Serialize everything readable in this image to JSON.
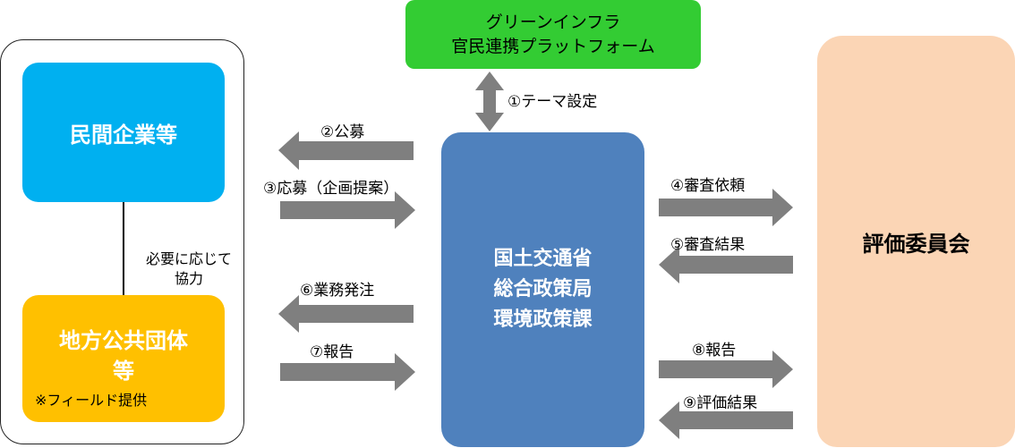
{
  "nodes": {
    "private_companies": "民間企業等",
    "local_gov_line1": "地方公共団体",
    "local_gov_line2": "等",
    "local_gov_note": "※フィールド提供",
    "cooperation_line1": "必要に応じて",
    "cooperation_line2": "協力",
    "platform_line1": "グリーンインフラ",
    "platform_line2": "官民連携プラットフォーム",
    "ministry_line1": "国土交通省",
    "ministry_line2": "総合政策局",
    "ministry_line3": "環境政策課",
    "committee": "評価委員会"
  },
  "flows": {
    "theme_setting": "①テーマ設定",
    "public_call": "②公募",
    "application": "③応募（企画提案）",
    "review_request": "④審査依頼",
    "review_result": "⑤審査結果",
    "work_order": "⑥業務発注",
    "report_to_ministry": "⑦報告",
    "report_to_committee": "⑧報告",
    "evaluation_result": "⑨評価結果"
  },
  "colors": {
    "private": "#00b0f0",
    "local_gov": "#ffc000",
    "platform": "#33cc33",
    "ministry": "#4f81bd",
    "committee": "#fbd5b5",
    "arrow": "#7f7f7f"
  }
}
